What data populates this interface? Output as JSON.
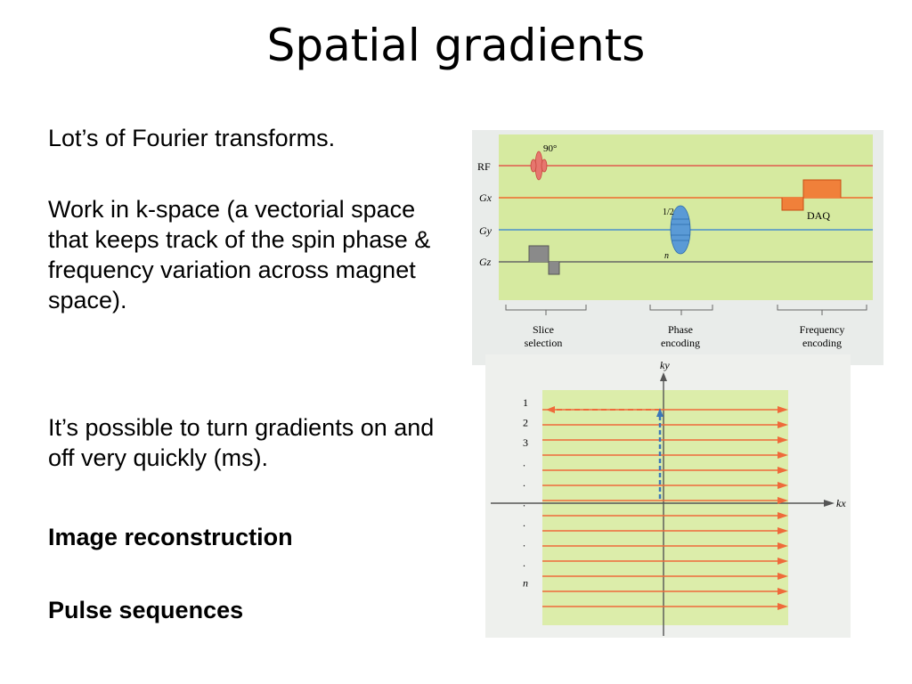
{
  "slide": {
    "title": "Spatial gradients",
    "paragraphs": [
      "Lot’s of Fourier transforms.",
      "Work in k-space (a vectorial space that keeps track of the spin phase & frequency variation across magnet space).",
      "It’s possible to turn gradients on and off very quickly (ms).",
      "Image reconstruction",
      "Pulse sequences"
    ]
  },
  "pulse_sequence": {
    "channels": [
      "RF",
      "Gx",
      "Gy",
      "Gz"
    ],
    "rf_label": "90°",
    "daq_label": "DAQ",
    "gy_top": "1/2",
    "gy_bottom": "n",
    "stages": [
      "Slice selection",
      "Phase encoding",
      "Frequency encoding"
    ],
    "colors": {
      "background": "#d6eaa0",
      "rf_line": "#e05a4e",
      "gx_line": "#ef6a2c",
      "gy_line": "#4a8fcc",
      "gz_line": "#666666",
      "gz_pulse": "#888888"
    }
  },
  "kspace": {
    "y_axis_label": "ky",
    "x_axis_label": "kx",
    "row_labels": [
      "1",
      "2",
      "3",
      ".",
      ".",
      ".",
      ".",
      ".",
      ".",
      "n"
    ],
    "colors": {
      "background": "#dcedaa",
      "traj": "#ef6a3a",
      "phase_step": "#3b77b8"
    }
  }
}
